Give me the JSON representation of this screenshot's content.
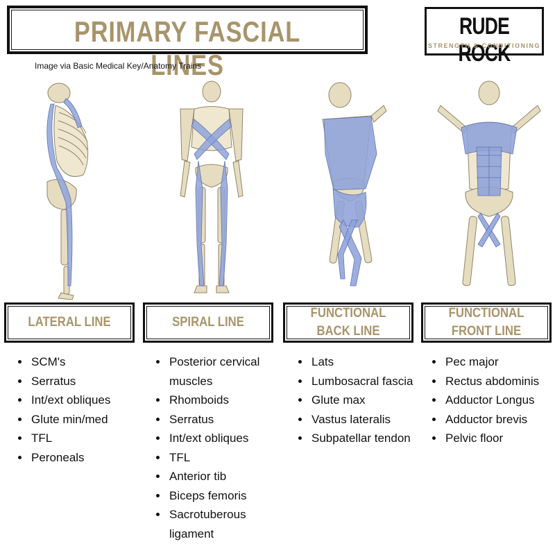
{
  "header": {
    "title": "PRIMARY FASCIAL LINES",
    "credit": "Image via Basic Medical Key/Anatomy Trains"
  },
  "logo": {
    "main": "RUDE ROCK",
    "sub": "STRENGTH & CONDITIONING"
  },
  "colors": {
    "accent_gold": "#a8946a",
    "bone": "#e6dcc0",
    "fascia_blue": "#8fa3d9",
    "border": "#111111"
  },
  "sections": [
    {
      "label": "LATERAL LINE",
      "items": [
        "SCM's",
        "Serratus",
        "Int/ext obliques",
        "Glute min/med",
        "TFL",
        "Peroneals"
      ]
    },
    {
      "label": "SPIRAL LINE",
      "items": [
        "Posterior cervical muscles",
        "Rhomboids",
        "Serratus",
        "Int/ext obliques",
        "TFL",
        "Anterior tib",
        "Biceps femoris",
        "Sacrotuberous ligament"
      ]
    },
    {
      "label": "FUNCTIONAL BACK LINE",
      "items": [
        "Lats",
        "Lumbosacral fascia",
        "Glute max",
        "Vastus lateralis",
        "Subpatellar tendon"
      ]
    },
    {
      "label": "FUNCTIONAL FRONT LINE",
      "items": [
        "Pec major",
        "Rectus abdominis",
        "Adductor Longus",
        "Adductor brevis",
        "Pelvic floor"
      ]
    }
  ]
}
